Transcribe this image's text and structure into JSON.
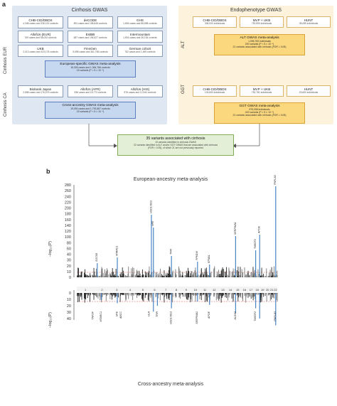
{
  "panel_a": {
    "label": "a",
    "cirrhosis": {
      "title": "Cirrhosis GWAS",
      "eur_label": "Cirrhosis EUR",
      "ca_label": "Cirrhosis CA",
      "cohorts_eur": [
        {
          "name": "CHB-CID/DBDS",
          "detail": "4,348 cases and 336,100 controls"
        },
        {
          "name": "deCODE",
          "detail": "891 cases and 158,848 controls"
        },
        {
          "name": "GHS",
          "detail": "1,654 cases and 88,898 controls"
        },
        {
          "name": "AllofUs (EUR)",
          "detail": "769 cases and 58,033 controls"
        },
        {
          "name": "EstBB",
          "detail": "687 cases and 196,527 controls"
        },
        {
          "name": "Intermountain",
          "detail": "1,504 cases and 36,154 controls"
        },
        {
          "name": "UKB",
          "detail": "2,013 cases and 423,178 controls"
        },
        {
          "name": "FinnGen",
          "detail": "5,698 cases and 361,768 controls"
        },
        {
          "name": "German cohort",
          "detail": "752 cases and 1,469 controls"
        }
      ],
      "meta_eur": {
        "title": "European-specific GWAS meta-analysis",
        "line1": "15,326 cases and 1,364,766 controls",
        "line2": "15 variants (P < 5 × 10⁻⁸)"
      },
      "cohorts_ca": [
        {
          "name": "Biobank Japan",
          "detail": "2,658 cases and 176,579 controls"
        },
        {
          "name": "AllofUs (AFR)",
          "detail": "536 cases and 18,773 controls"
        },
        {
          "name": "AllofUs (HIS)",
          "detail": "876 cases and 12,944 controls"
        }
      ],
      "meta_ca": {
        "title": "Cross-ancestry GWAS meta-analysis",
        "line1": "19,090 cases and 1,792,867 controls",
        "line2": "15 variants (P < 5 × 10⁻⁸)"
      }
    },
    "endophenotype": {
      "title": "Endophenotype GWAS",
      "alt_label": "ALT",
      "ggt_label": "GGT",
      "cohorts_alt": [
        {
          "name": "CHB-CID/DBDS",
          "detail": "306,000 individuals"
        },
        {
          "name": "MVP + UKB",
          "detail": "752,859 individuals"
        },
        {
          "name": "HUNT",
          "detail": "38,089 individuals"
        }
      ],
      "meta_alt": {
        "title": "ALT GWAS meta-analysis",
        "line1": "1,096,783 individuals",
        "line2": "200 variants (P < 5 × 10⁻⁸)",
        "line3": "21 variants associated with cirrhosis (FDR < 0.05)"
      },
      "cohorts_ggt": [
        {
          "name": "CHB-CID/DBDS",
          "detail": "103,653 individuals"
        },
        {
          "name": "MVP + UKB",
          "detail": "752,781 individuals"
        },
        {
          "name": "HUNT",
          "detail": "23,600 individuals"
        }
      ],
      "meta_ggt": {
        "title": "GGT GWAS meta-analysis",
        "line1": "875,058 individuals",
        "line2": "419 variants (P < 5 × 10⁻⁸)",
        "line3": "21 variants associated with cirrhosis (FDR < 0.05)"
      }
    },
    "result": {
      "title": "35 variants associated with cirrhosis",
      "line1": "15 variants identified in cirrhosis GWAS",
      "line2": "22 variants identified in ALT and/or GGT GWAS that are associated with cirrhosis",
      "line3": "(FDR < 0.05), of which 21 are not previously reported"
    }
  },
  "panel_b": {
    "label": "b",
    "title_top": "European-ancestry meta-analysis",
    "title_bottom": "Cross-ancestry meta-analysis",
    "ylabel_top": "–log₁₀(P)",
    "ylabel_bottom": "–log₁₀(P)",
    "yticks_top": [
      "280",
      "260",
      "240",
      "220",
      "200",
      "180",
      "160",
      "140",
      "120",
      "100",
      "80",
      "60",
      "40",
      "30",
      "20",
      "10",
      "0"
    ],
    "yticks_bottom": [
      "0",
      "10",
      "20",
      "30",
      "40"
    ],
    "chromosomes": [
      "1",
      "2",
      "3",
      "4",
      "5",
      "6",
      "7",
      "8",
      "9",
      "10",
      "11",
      "12",
      "13",
      "14",
      "15",
      "16",
      "17",
      "18",
      "19",
      "20",
      "21",
      "22"
    ],
    "genes_top": [
      "SOCS6",
      "MTARC1",
      "HSD17B13",
      "HFE",
      "TFIR",
      "PPM1M",
      "EFNA1",
      "SERPINA1",
      "TM6SF2",
      "APOE",
      "PNPLA3"
    ],
    "genes_bottom": [
      "TNFSF",
      "MTARC1",
      "HFE",
      "ABCC",
      "HLA",
      "TFIR",
      "HSD17B13",
      "SERPINA1",
      "APOE",
      "ALDH2",
      "TM6SF2",
      "PNPLA3"
    ]
  },
  "colors": {
    "blue_group": "#dfe7f3",
    "yellow_group": "#fdf3dc",
    "meta_blue": "#c6d7f0",
    "meta_yellow": "#fbd77d",
    "result_green": "#e3efd6",
    "dark_points": "#2b2b2b",
    "highlight_points": "#4a86c5",
    "threshold": "#d9534f"
  }
}
